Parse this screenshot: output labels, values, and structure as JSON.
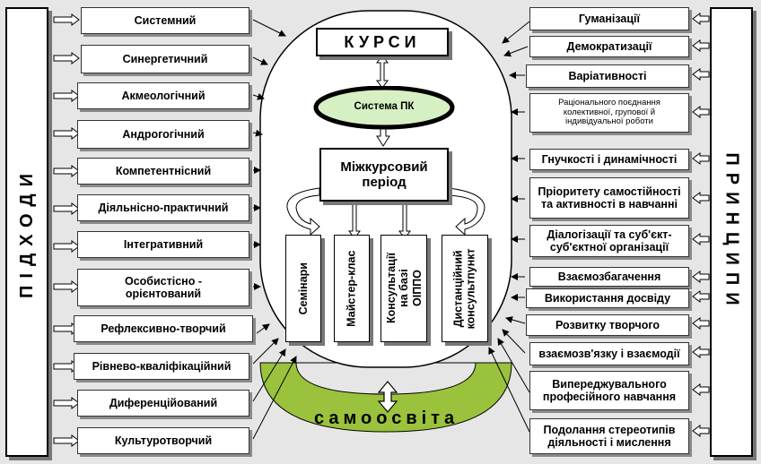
{
  "left_title": "ПІДХОДИ",
  "right_title": "ПРИНЦИПИ",
  "courses": "КУРСИ",
  "system": "Система ПК",
  "intercourse": "Міжкурсовий період",
  "self_education": "самоосвіта",
  "columns": [
    "Семінари",
    "Майстер-клас",
    "Консультації на базі ОІППО",
    "Дистанційний консультпункт"
  ],
  "approaches": [
    "Системний",
    "Синергетичний",
    "Акмеологічний",
    "Андрогогічний",
    "Компетентнісний",
    "Діяльнісно-практичний",
    "Інтегративний",
    "Особистісно - орієнтований",
    "Рефлексивно-творчий",
    "Рівнево-кваліфікаційний",
    "Диференційований",
    "Культуротворчий"
  ],
  "principles": [
    "Гуманізації",
    "Демократизації",
    "Варіативності",
    "Раціонального поєднання колективної, групової й індивідуальної роботи",
    "Гнучкості і динамічності",
    "Пріоритету самостійності та активності в навчанні",
    "Діалогізації та суб'єкт-суб'єктної організації",
    "Взаємозбагачення",
    "Використання досвіду",
    "Розвитку творчого",
    "взаємозв'язку і взаємодії",
    "Випереджувального професійного навчання",
    "Подолання стереотипів діяльності і мислення"
  ],
  "colors": {
    "green": "#9bc23c",
    "light_green": "#d6f0c4",
    "background": "#e6e6e6"
  }
}
